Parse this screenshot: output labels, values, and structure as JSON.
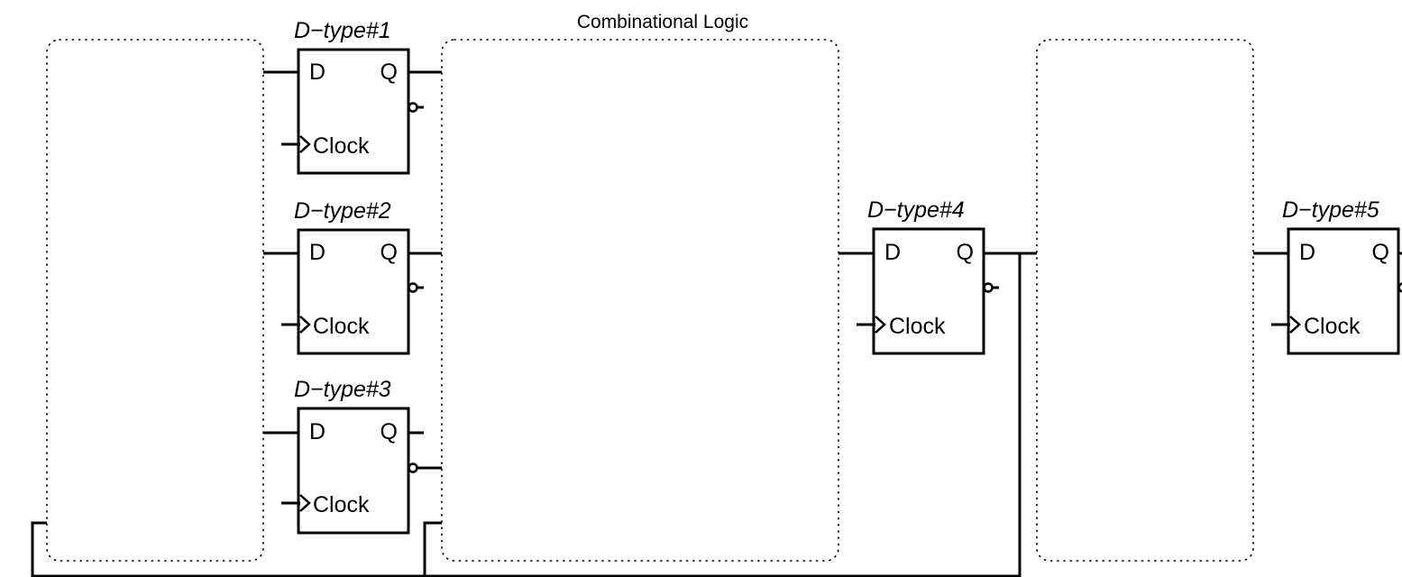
{
  "diagram": {
    "combinational_logic_label": "Combinational Logic",
    "flip_flops": [
      {
        "title": "D−type#1",
        "d_label": "D",
        "q_label": "Q",
        "clock_label": "Clock"
      },
      {
        "title": "D−type#2",
        "d_label": "D",
        "q_label": "Q",
        "clock_label": "Clock"
      },
      {
        "title": "D−type#3",
        "d_label": "D",
        "q_label": "Q",
        "clock_label": "Clock"
      },
      {
        "title": "D−type#4",
        "d_label": "D",
        "q_label": "Q",
        "clock_label": "Clock"
      },
      {
        "title": "D−type#5",
        "d_label": "D",
        "q_label": "Q",
        "clock_label": "Clock"
      }
    ],
    "colors": {
      "line": "#000000",
      "background": "#ffffff"
    }
  }
}
